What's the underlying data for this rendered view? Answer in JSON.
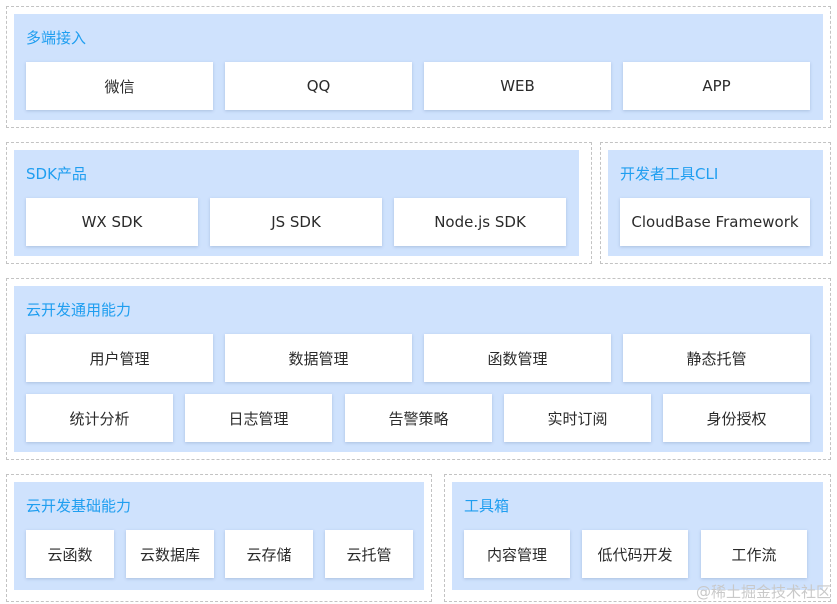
{
  "sections": {
    "multi_access": {
      "title": "多端接入",
      "items": [
        "微信",
        "QQ",
        "WEB",
        "APP"
      ]
    },
    "sdk_products": {
      "title": "SDK产品",
      "items": [
        "WX SDK",
        "JS SDK",
        "Node.js SDK"
      ]
    },
    "dev_tools_cli": {
      "title": "开发者工具CLI",
      "items": [
        "CloudBase Framework"
      ]
    },
    "general_capabilities": {
      "title": "云开发通用能力",
      "row1": [
        "用户管理",
        "数据管理",
        "函数管理",
        "静态托管"
      ],
      "row2": [
        "统计分析",
        "日志管理",
        "告警策略",
        "实时订阅",
        "身份授权"
      ]
    },
    "basic_capabilities": {
      "title": "云开发基础能力",
      "items": [
        "云函数",
        "云数据库",
        "云存储",
        "云托管"
      ]
    },
    "toolbox": {
      "title": "工具箱",
      "items": [
        "内容管理",
        "低代码开发",
        "工作流"
      ]
    }
  },
  "watermark": "@稀土掘金技术社区"
}
